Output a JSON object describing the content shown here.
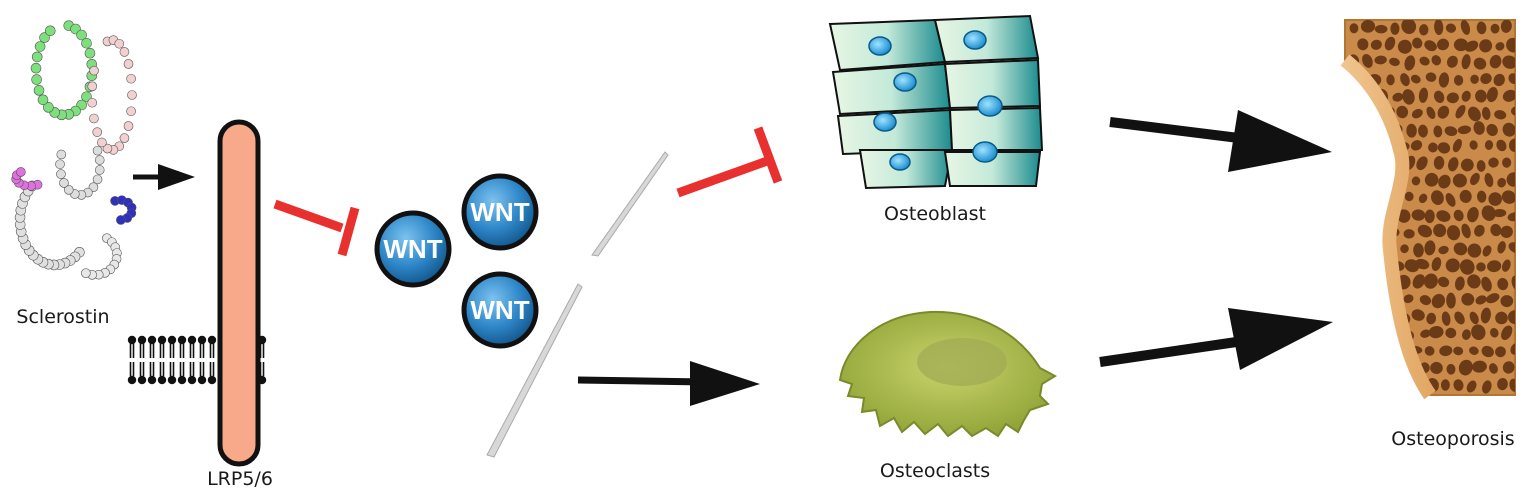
{
  "labels": {
    "sclerostin": "Sclerostin",
    "lrp": "LRP5/6",
    "osteoblast": "Osteoblast",
    "osteoclasts": "Osteoclasts",
    "osteoporosis": "Osteoporosis"
  },
  "wnt_text": "WNT",
  "colors": {
    "arrow": "#111111",
    "inhibit": "#e8312f",
    "receptor": "#f7a98a",
    "wnt": "#2e86c8",
    "osteoblast_cell": "#bfe6d8",
    "osteoblast_dark": "#0f7a80",
    "osteoclast": "#b3c25a",
    "bone_bg": "#d9a36a",
    "bone_cells": "#6b3a17"
  }
}
